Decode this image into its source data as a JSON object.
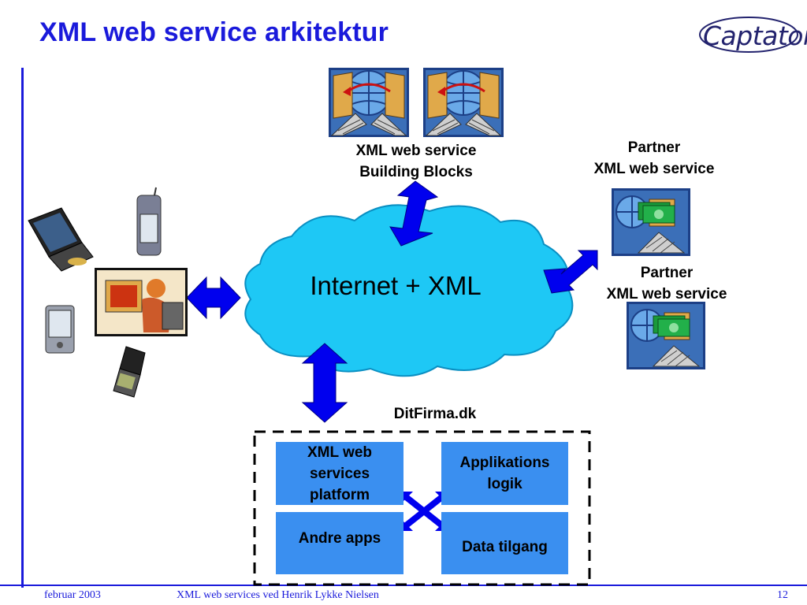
{
  "title": "XML web service arkitektur",
  "logo": {
    "text": "Captator"
  },
  "diagram": {
    "cloud_label": "Internet + XML",
    "building_blocks": {
      "line1": "XML web service",
      "line2": "Building Blocks"
    },
    "partner_top": {
      "line1": "Partner",
      "line2": "XML web service"
    },
    "partner_bottom": {
      "line1": "Partner",
      "line2": "XML web service"
    },
    "company": "DitFirma.dk",
    "boxes": {
      "platform": {
        "line1": "XML web",
        "line2": "services",
        "line3": "platform"
      },
      "applikation": {
        "line1": "Applikations",
        "line2": "logik"
      },
      "andre": "Andre apps",
      "data": "Data tilgang"
    }
  },
  "footer": {
    "date": "februar 2003",
    "center": "XML web services ved Henrik Lykke Nielsen",
    "page": "12"
  },
  "colors": {
    "title": "#1a1adb",
    "arrow": "#0000ee",
    "cloud": "#1ec8f5",
    "box": "#3a8ff0"
  }
}
